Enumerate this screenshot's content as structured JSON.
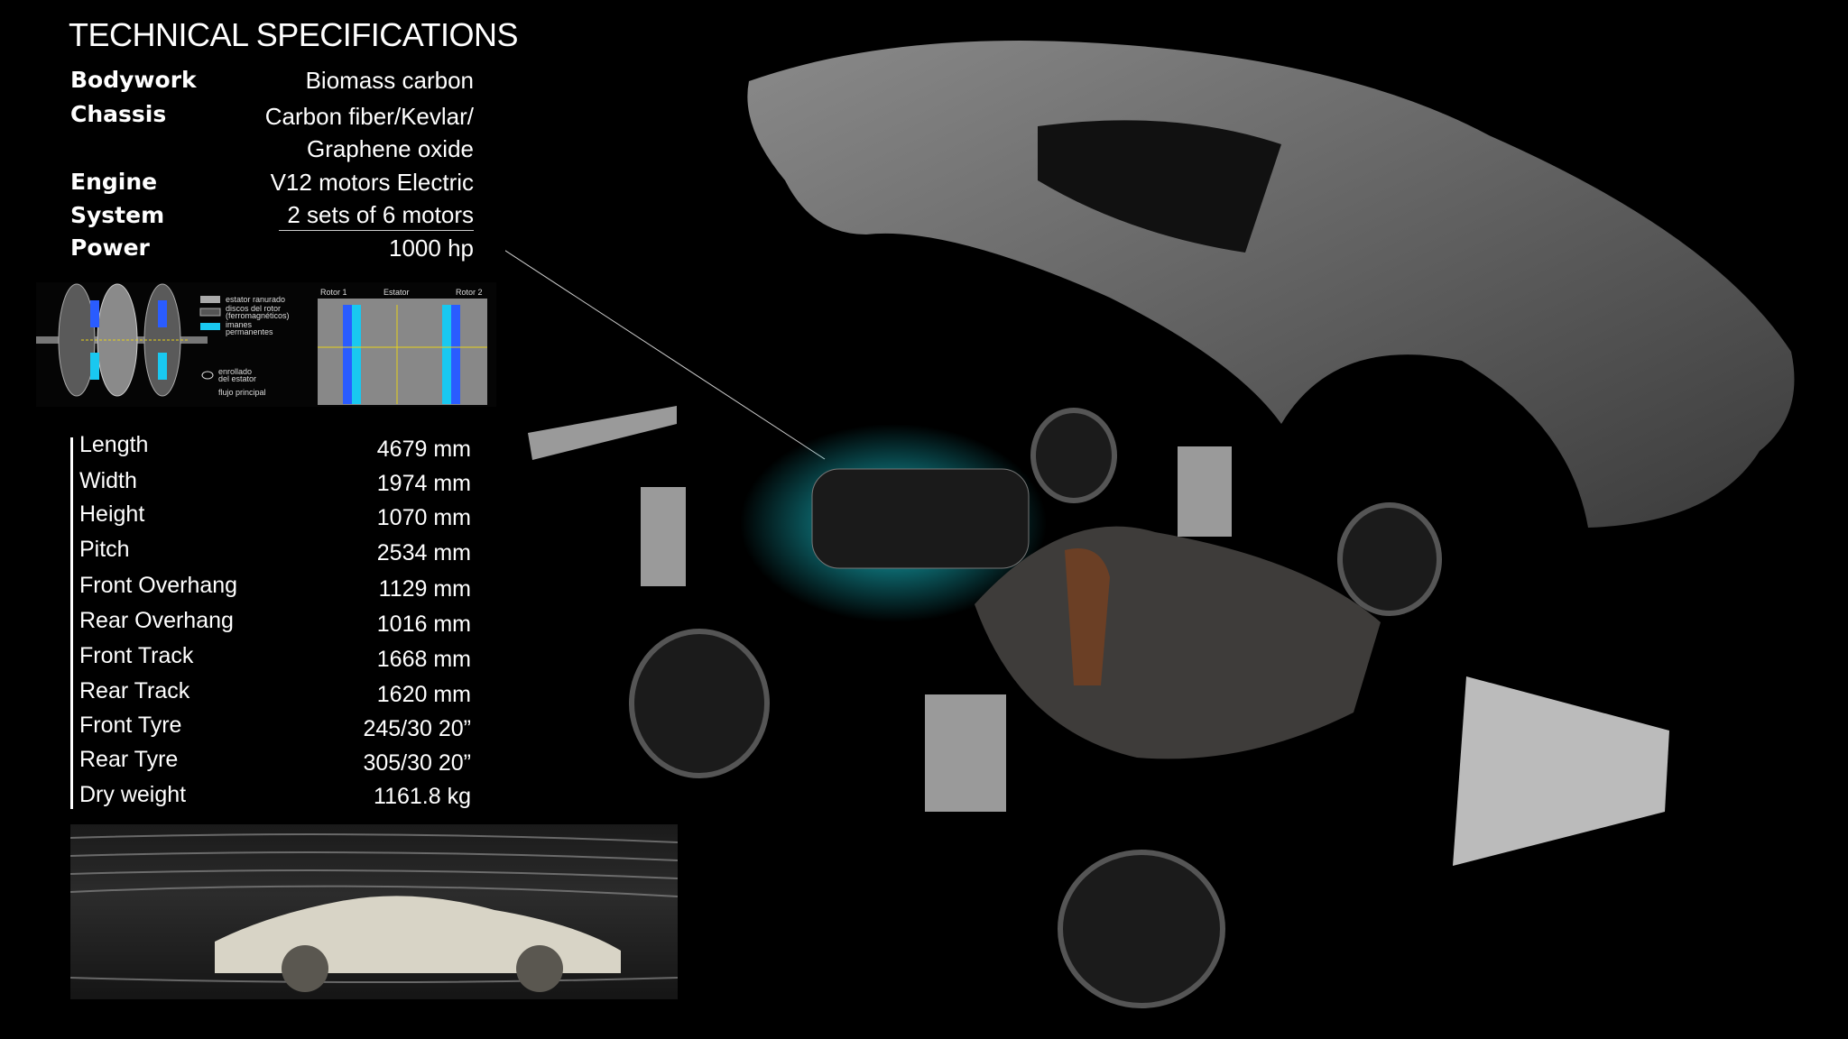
{
  "title": "TECHNICAL SPECIFICATIONS",
  "specs": [
    {
      "label": "Bodywork",
      "value": "Biomass carbon"
    },
    {
      "label": "Chassis",
      "value": "Carbon fiber/Kevlar/"
    },
    {
      "label": "",
      "value": "Graphene oxide"
    },
    {
      "label": "Engine",
      "value": "V12 motors  Electric"
    },
    {
      "label": "System",
      "value": "2 sets of 6 motors"
    },
    {
      "label": "Power",
      "value": "1000 hp"
    }
  ],
  "diagram": {
    "legend": [
      "estator ranurado",
      "discos del rotor",
      "(ferromagnéticos)",
      "imanes",
      "permanentes",
      "enrollado",
      "del estator",
      "flujo principal"
    ],
    "labels": [
      "Rotor 1",
      "Estator",
      "Rotor 2"
    ]
  },
  "dimensions": [
    {
      "label": "Length",
      "value": "4679 mm"
    },
    {
      "label": "Width",
      "value": "1974 mm"
    },
    {
      "label": "Height",
      "value": "1070 mm"
    },
    {
      "label": "Pitch",
      "value": "2534 mm"
    },
    {
      "label": "Front Overhang",
      "value": "1129 mm"
    },
    {
      "label": "Rear Overhang",
      "value": "1016 mm"
    },
    {
      "label": "Front Track",
      "value": "1668 mm"
    },
    {
      "label": "Rear Track",
      "value": "1620 mm"
    },
    {
      "label": "Front Tyre",
      "value": "245/30 20”"
    },
    {
      "label": "Rear Tyre",
      "value": "305/30 20”"
    },
    {
      "label": "Dry weight",
      "value": "1161.8 kg"
    }
  ],
  "colors": {
    "motor_glow": "#19d3e0",
    "magnet": "#2a5cff",
    "flux": "#e8d21a"
  }
}
